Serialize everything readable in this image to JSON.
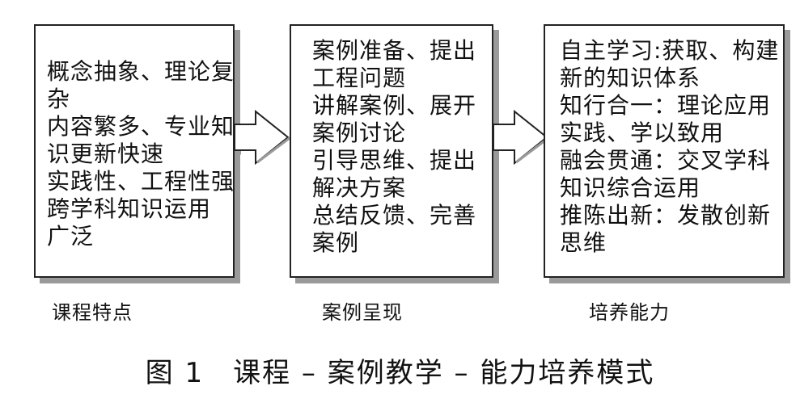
{
  "boxes": [
    {
      "lines": [
        "概念抽象、理论复",
        "杂",
        "内容繁多、专业知",
        "识更新快速",
        "实践性、工程性强",
        "跨学科知识运用",
        "广泛"
      ],
      "caption": "课程特点"
    },
    {
      "lines": [
        "案例准备、提出",
        "工程问题",
        "讲解案例、展开",
        "案例讨论",
        "引导思维、提出",
        "解决方案",
        "总结反馈、完善",
        "案例"
      ],
      "caption": "案例呈现"
    },
    {
      "lines": [
        "自主学习:获取、构建",
        "新的知识体系",
        "知行合一：理论应用",
        "实践、学以致用",
        "融会贯通：交叉学科",
        "知识综合运用",
        "推陈出新：发散创新",
        "思维"
      ],
      "caption": "培养能力"
    }
  ],
  "figure_title": "图 1　课程 – 案例教学 – 能力培养模式",
  "colors": {
    "border": "#222222",
    "shadow": "#9a9a9a",
    "text": "#111111",
    "background": "#ffffff"
  }
}
